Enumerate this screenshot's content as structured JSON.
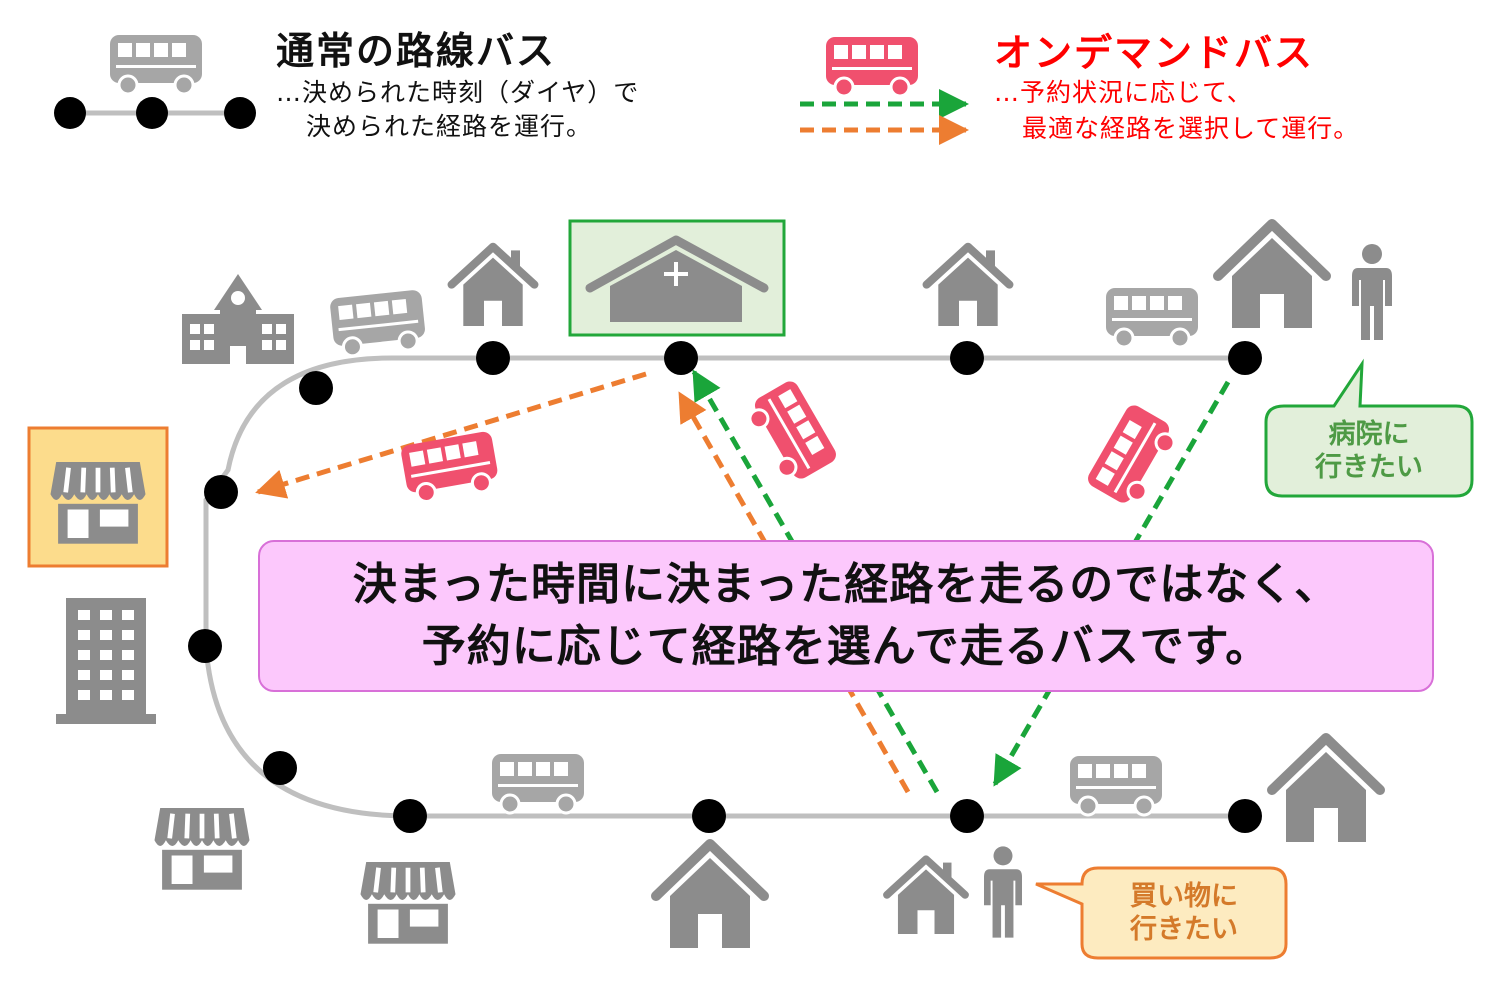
{
  "legend": {
    "regular": {
      "title": "通常の路線バス",
      "desc_line1": "…決められた時刻（ダイヤ）で",
      "desc_line2": "決められた経路を運行。"
    },
    "ondemand": {
      "title": "オンデマンドバス",
      "desc_line1": "…予約状況に応じて、",
      "desc_line2": "最適な経路を選択して運行。"
    }
  },
  "message": {
    "line1": "決まった時間に決まった経路を走るのではなく、",
    "line2": "予約に応じて経路を選んで走るバスです。"
  },
  "bubbles": {
    "hospital": {
      "line1": "病院に",
      "line2": "行きたい"
    },
    "shopping": {
      "line1": "買い物に",
      "line2": "行きたい"
    }
  },
  "colors": {
    "route_line": "#bfbfbf",
    "stop": "#000000",
    "building": "#8c8c8c",
    "regular_bus": "#a6a6a6",
    "ondemand_bus": "#f0506e",
    "green_route": "#1aa53a",
    "orange_route": "#ed7d31",
    "ondemand_title": "#ff0000",
    "hospital_box_fill": "#e2efda",
    "hospital_box_border": "#22a73a",
    "shop_box_fill": "#fcdc8c",
    "shop_box_border": "#ed7d31",
    "message_fill": "#fcc8fc"
  },
  "icons": [
    "regular-bus-icon",
    "ondemand-bus-icon",
    "house-icon",
    "school-icon",
    "hospital-icon",
    "shop-icon",
    "office-building-icon",
    "person-icon"
  ]
}
